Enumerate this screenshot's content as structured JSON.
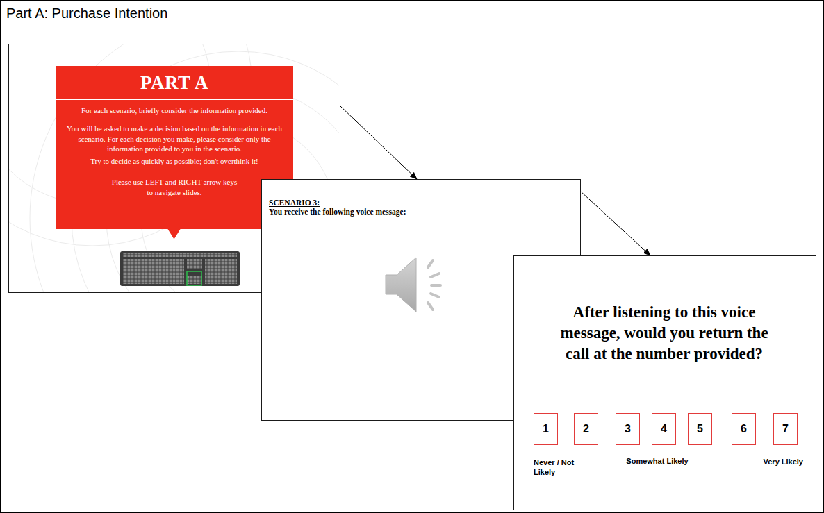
{
  "diagram": {
    "nodes": [
      {
        "text": [
          "Part A: Purchase Intention"
        ]
      },
      {
        "text": [],
        "in": 0
      },
      {
        "text": [
          "PART A",
          "For each scenario, briefly consider the information provided.",
          "You will be asked to make a decision based on the information in each scenario. For each decision you make, please consider only the information provided to you in the scenario.",
          "Try to decide as quickly as possible; don't overthink it!",
          "Please use LEFT and RIGHT arrow keys to navigate slides."
        ],
        "in": 1
      },
      {
        "text": [
          "SCENARIO 3:",
          "You receive the following voice message:"
        ],
        "in": 0
      },
      {
        "text": [
          "After listening to this voice message, would you return the call at the number provided?",
          "Never / Not Likely",
          "Somewhat Likely",
          "Very Likely"
        ],
        "in": 0
      },
      {
        "text": [
          "1"
        ],
        "in": 4
      },
      {
        "text": [
          "2"
        ],
        "in": 4
      },
      {
        "text": [
          "3"
        ],
        "in": 4
      },
      {
        "text": [
          "4"
        ],
        "in": 4
      },
      {
        "text": [
          "5"
        ],
        "in": 4
      },
      {
        "text": [
          "6"
        ],
        "in": 4
      },
      {
        "text": [
          "7"
        ],
        "in": 4
      }
    ],
    "edges": [
      {
        "from": 1,
        "to": 3,
        "arrow": "to"
      },
      {
        "from": 3,
        "to": 4,
        "arrow": "to"
      }
    ]
  }
}
